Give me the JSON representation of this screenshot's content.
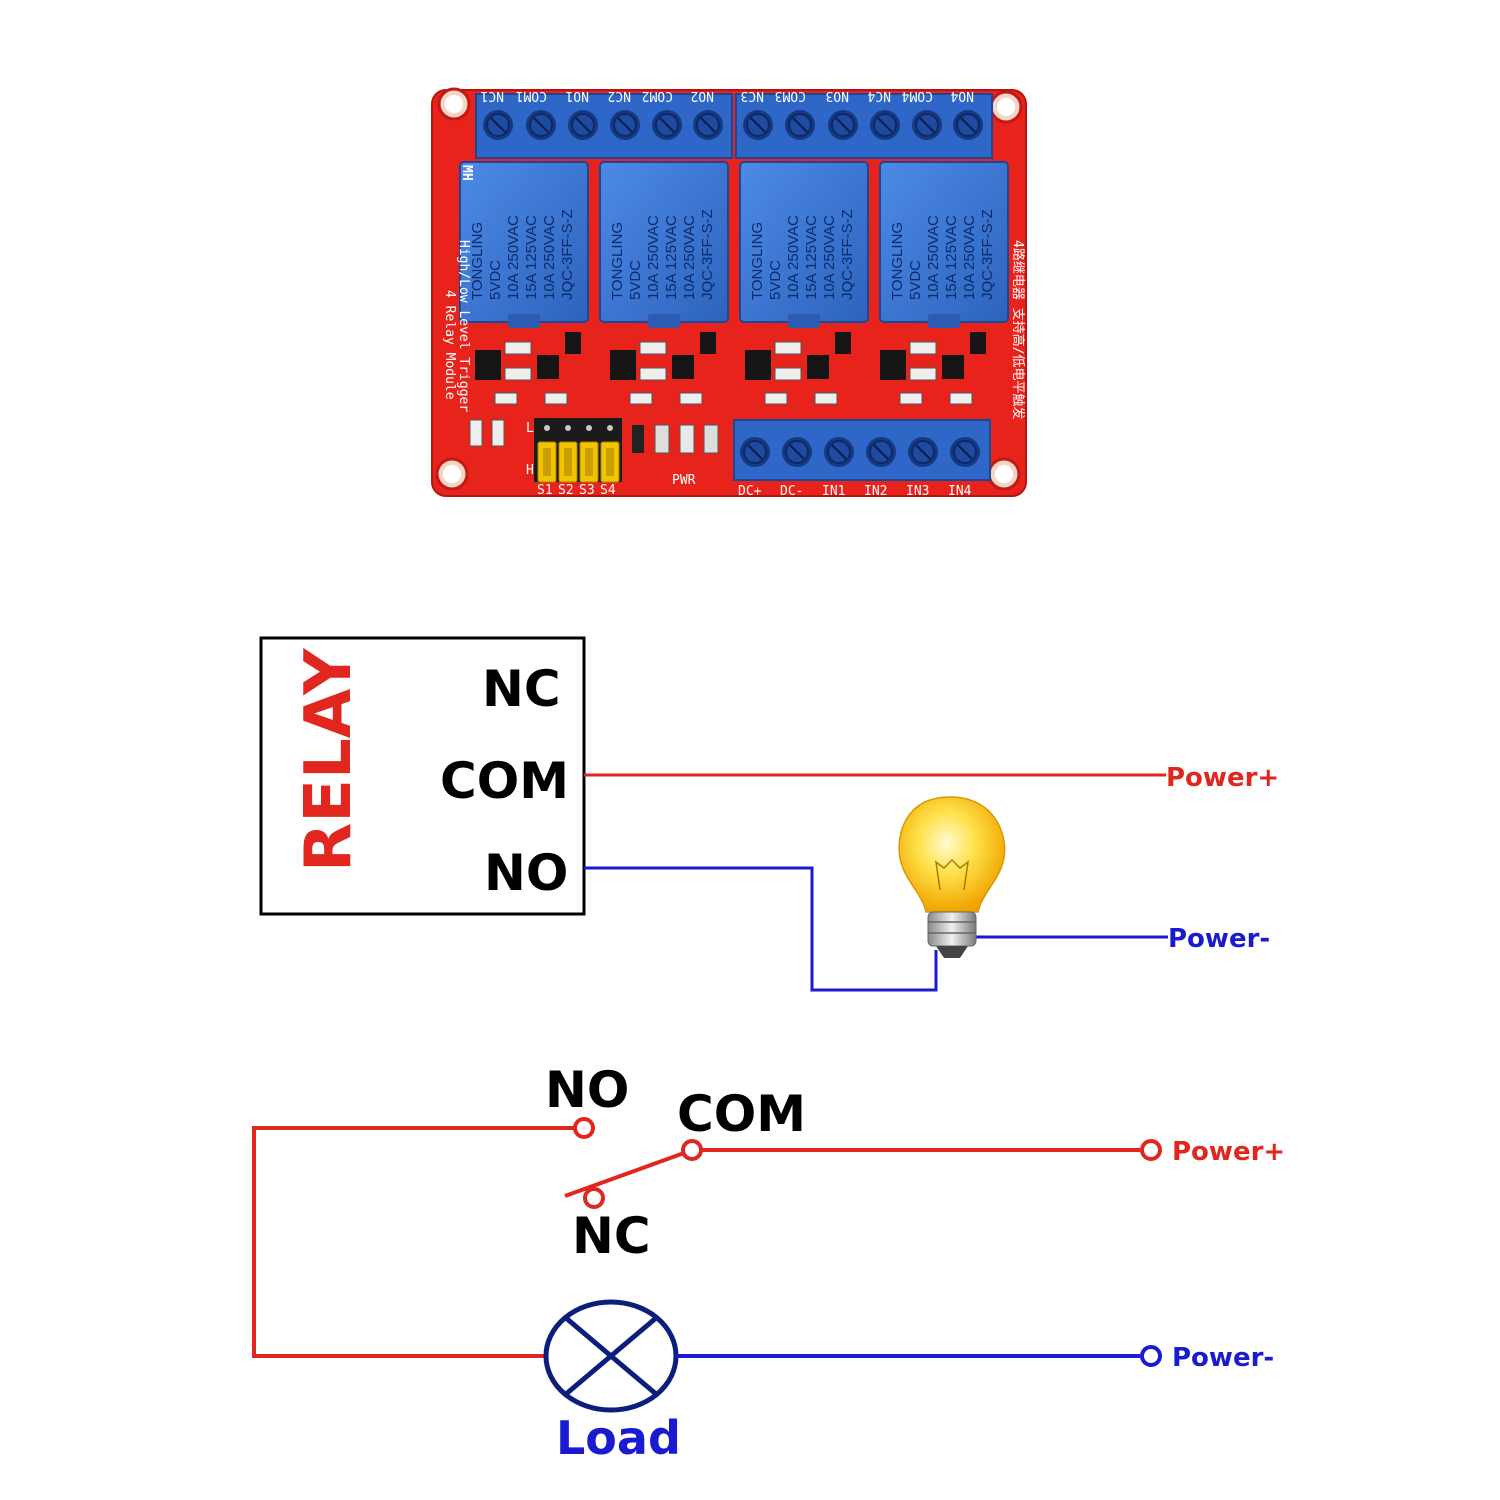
{
  "colors": {
    "pcb_red": "#e8231c",
    "terminal_blue": "#2f67c9",
    "relay_blue": "#3b78d6",
    "jumper_yellow": "#f2c400",
    "wire_red": "#e0261f",
    "wire_blue": "#1a1ad0"
  },
  "board": {
    "brand": "MH",
    "side_text_1": "4 Relay Module",
    "side_text_2": "High/Low Level Trigger",
    "side_text_cn": "4路继电器 支持高/低电平触发",
    "top_terminals": [
      "NC1",
      "COM1",
      "NO1",
      "NC2",
      "COM2",
      "NO2",
      "NC3",
      "COM3",
      "NO3",
      "NC4",
      "COM4",
      "NO4"
    ],
    "bottom_terminals": [
      "DC+",
      "DC-",
      "IN1",
      "IN2",
      "IN3",
      "IN4"
    ],
    "jumpers": [
      "S1",
      "S2",
      "S3",
      "S4"
    ],
    "jumper_h": "H",
    "jumper_l": "L",
    "pwr_label": "PWR",
    "relays": [
      {
        "brand": "TONGLING",
        "l1": "5VDC",
        "l2": "10A 250VAC",
        "l3": "15A 125VAC",
        "l4": "10A 250VAC",
        "model": "JQC-3FF-S-Z"
      },
      {
        "brand": "TONGLING",
        "l1": "5VDC",
        "l2": "10A 250VAC",
        "l3": "15A 125VAC",
        "l4": "10A 250VAC",
        "model": "JQC-3FF-S-Z"
      },
      {
        "brand": "TONGLING",
        "l1": "5VDC",
        "l2": "10A 250VAC",
        "l3": "15A 125VAC",
        "l4": "10A 250VAC",
        "model": "JQC-3FF-S-Z"
      },
      {
        "brand": "TONGLING",
        "l1": "5VDC",
        "l2": "10A 250VAC",
        "l3": "15A 125VAC",
        "l4": "10A 250VAC",
        "model": "JQC-3FF-S-Z"
      }
    ]
  },
  "diagram1": {
    "relay_label": "RELAY",
    "nc": "NC",
    "com": "COM",
    "no": "NO",
    "power_plus": "Power+",
    "power_minus": "Power-"
  },
  "diagram2": {
    "no": "NO",
    "com": "COM",
    "nc": "NC",
    "power_plus": "Power+",
    "power_minus": "Power-",
    "load": "Load"
  }
}
